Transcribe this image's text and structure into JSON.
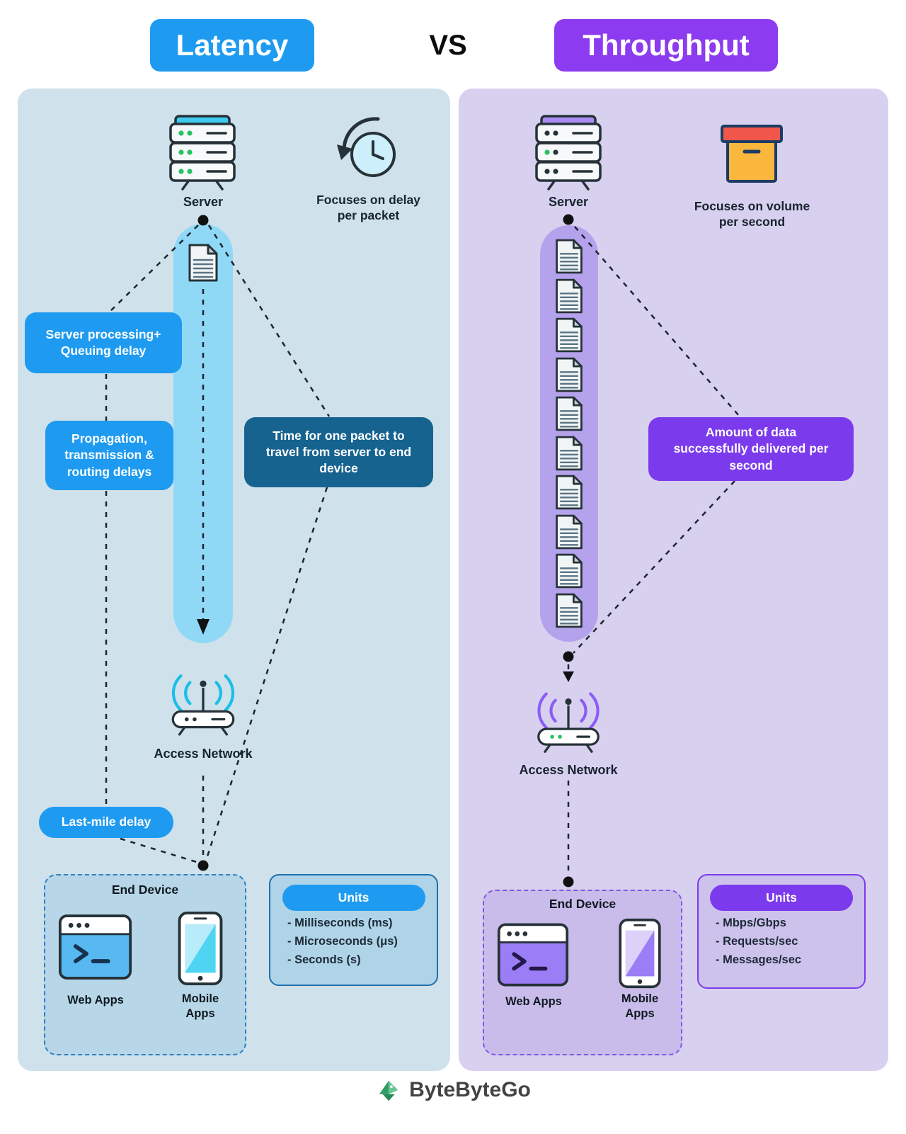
{
  "header": {
    "latency": "Latency",
    "vs": "VS",
    "throughput": "Throughput"
  },
  "latency_panel": {
    "server_label": "Server",
    "focus_note": "Focuses on delay\nper packet",
    "callout_processing": "Server processing+\nQueuing delay",
    "callout_propagation": "Propagation,\ntransmission &\nrouting delays",
    "callout_packet_time": "Time for one packet to\ntravel from server to end\ndevice",
    "callout_last_mile": "Last-mile delay",
    "access_network_label": "Access Network",
    "end_device": {
      "title": "End Device",
      "web_apps_label": "Web Apps",
      "mobile_apps_label": "Mobile\nApps"
    },
    "units": {
      "title": "Units",
      "items": [
        "- Milliseconds (ms)",
        "- Microseconds (μs)",
        "- Seconds (s)"
      ]
    }
  },
  "throughput_panel": {
    "server_label": "Server",
    "focus_note": "Focuses on volume\nper second",
    "callout_amount": "Amount of data\nsuccessfully delivered per\nsecond",
    "access_network_label": "Access Network",
    "end_device": {
      "title": "End Device",
      "web_apps_label": "Web Apps",
      "mobile_apps_label": "Mobile\nApps"
    },
    "units": {
      "title": "Units",
      "items": [
        "- Mbps/Gbps",
        "- Requests/sec",
        "- Messages/sec"
      ]
    }
  },
  "footer": {
    "brand": "ByteByteGo"
  },
  "colors": {
    "latency_accent": "#1e9bf0",
    "latency_dark_callout": "#16638f",
    "throughput_accent": "#8c3bf0",
    "throughput_callout": "#7c3aed",
    "panel_left_bg": "#cfe1eb",
    "panel_right_bg": "#d8d0ef",
    "capsule_left": "#8fd9f7",
    "capsule_right": "#b5a2ec"
  }
}
